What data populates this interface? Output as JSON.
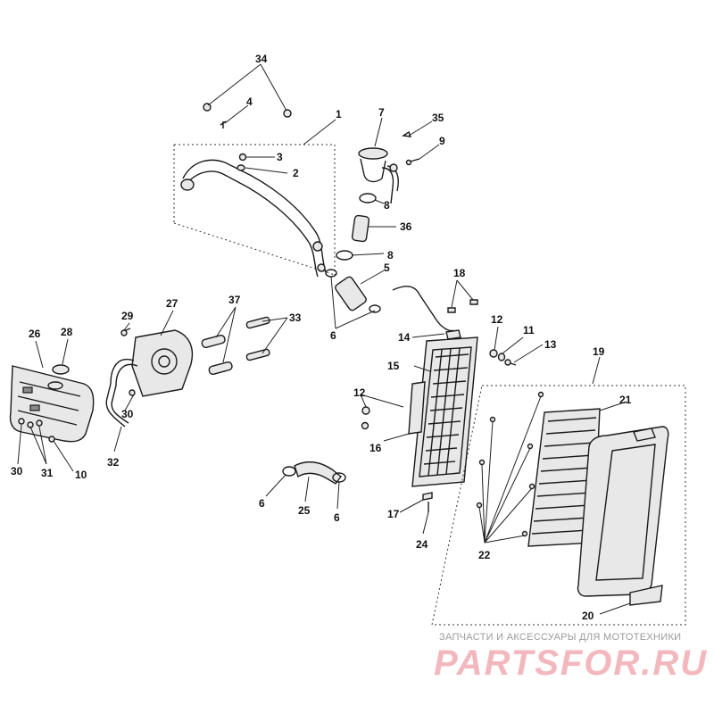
{
  "diagram": {
    "callouts": [
      "34",
      "4",
      "1",
      "7",
      "35",
      "9",
      "3",
      "2",
      "8",
      "36",
      "8",
      "5",
      "18",
      "6",
      "29",
      "27",
      "37",
      "33",
      "26",
      "28",
      "12",
      "11",
      "13",
      "14",
      "19",
      "15",
      "21",
      "12",
      "16",
      "30",
      "30",
      "31",
      "10",
      "32",
      "6",
      "25",
      "6",
      "17",
      "24",
      "22",
      "20"
    ]
  },
  "watermark": {
    "subtitle": "ЗАПЧАСТИ И АКСЕССУАРЫ ДЛЯ МОТОТЕХНИКИ",
    "brand": "PARTSFOR.RU",
    "color": "#f3b8be"
  }
}
